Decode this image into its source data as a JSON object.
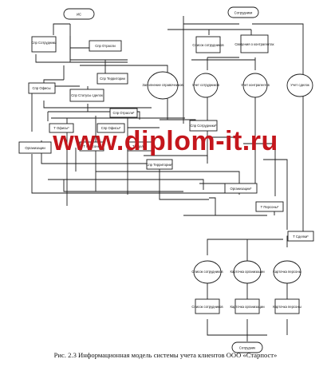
{
  "watermark": "www.diplom-it.ru",
  "caption": "Рис. 2.3 Информационная модель системы учета клиентов ООО «Старпост»",
  "nodes": {
    "is": "ИС",
    "sotrudniki": "Сотрудники",
    "spr_sotrudniki": "Спр Сотрудники",
    "spr_otrasli": "Спр Отрасли",
    "spr_ofisy": "Спр Офисы",
    "spr_territorii": "Спр Территории",
    "spr_statusy": "Спр Статусы сделок",
    "spr_otrasli2": "Спр Отрасли*",
    "zapolnenie": "Заполнение справочников",
    "spisok_sotr": "Список сотрудников",
    "svedeniya": "Сведения о контрагентах",
    "uchet_sotr": "Учет сотрудников",
    "uchet_kontr": "Учет контрагентов",
    "uchet_sdelok": "Учет сделок",
    "t_ofisy": "Т Офисы*",
    "t_persony": "Т Персоны",
    "t_sdelki_small": "Т Сделки",
    "spr_ofisy2": "Спр Офисы*",
    "organizacii": "Организации",
    "spr_sotrudniki2": "Спр Сотрудники*",
    "spr_territorii2": "Спр Территории*",
    "organizacii2": "Организации*",
    "t_persony2": "Т Персоны*",
    "t_sdelki": "Т Сделки*",
    "spisok_sotr2": "Список сотрудников",
    "kartochka_org": "Карточка организации",
    "kartochka_pers": "Карточка персоны",
    "spisok_sotr3": "Список сотрудников",
    "kartochka_org2": "Карточка организации",
    "kartochka_pers2": "Карточка персоны",
    "sotrudnik": "Сотрудник"
  }
}
